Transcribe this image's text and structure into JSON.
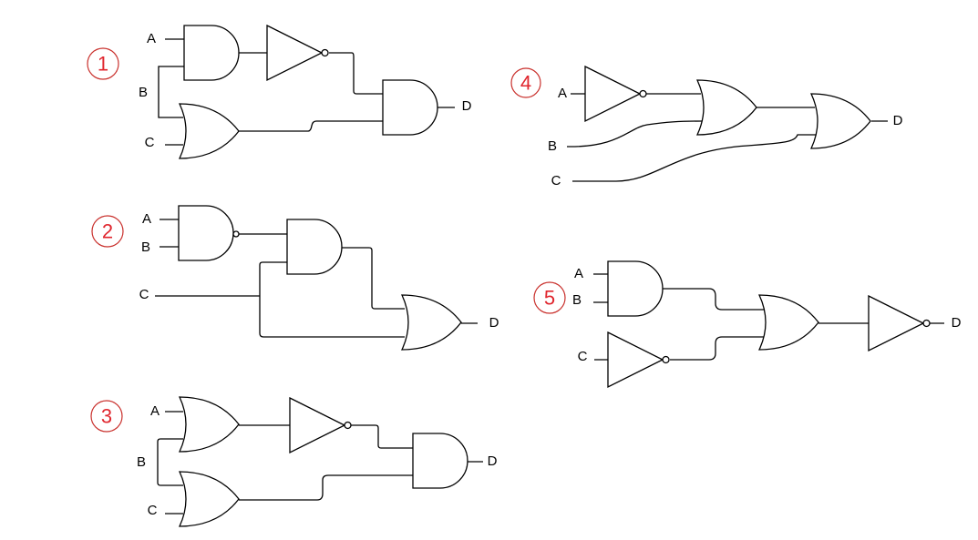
{
  "colors": {
    "number_badge": "#e0262e",
    "lines": "#000000"
  },
  "circuits": [
    {
      "number": "1",
      "inputs": {
        "a": "A",
        "b": "B",
        "c": "C"
      },
      "output": "D"
    },
    {
      "number": "2",
      "inputs": {
        "a": "A",
        "b": "B",
        "c": "C"
      },
      "output": "D"
    },
    {
      "number": "3",
      "inputs": {
        "a": "A",
        "b": "B",
        "c": "C"
      },
      "output": "D"
    },
    {
      "number": "4",
      "inputs": {
        "a": "A",
        "b": "B",
        "c": "C"
      },
      "output": "D"
    },
    {
      "number": "5",
      "inputs": {
        "a": "A",
        "b": "B",
        "c": "C"
      },
      "output": "D"
    }
  ]
}
